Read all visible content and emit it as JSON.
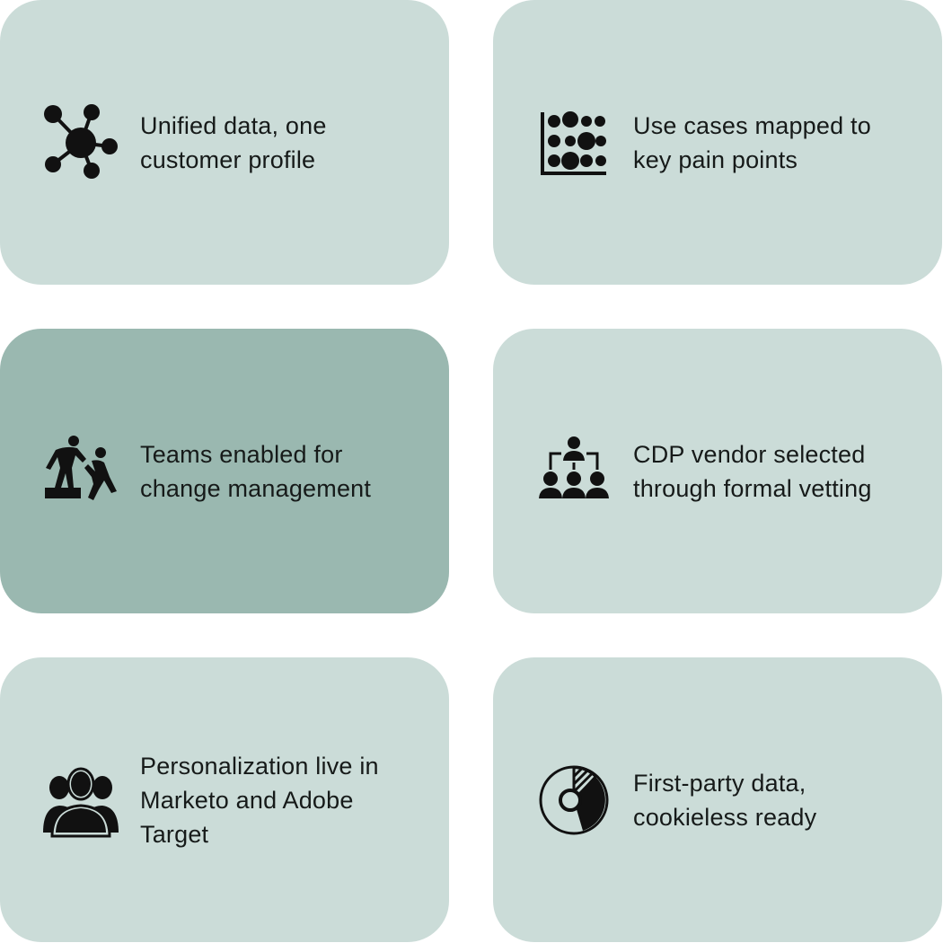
{
  "cards": [
    {
      "label": "Unified data, one customer profile",
      "icon": "network-hub-icon",
      "highlighted": false
    },
    {
      "label": "Use cases mapped to key pain points",
      "icon": "dot-matrix-chart-icon",
      "highlighted": false
    },
    {
      "label": "Teams enabled for change management",
      "icon": "helping-hand-icon",
      "highlighted": true
    },
    {
      "label": "CDP vendor selected through formal vetting",
      "icon": "org-chart-people-icon",
      "highlighted": false
    },
    {
      "label": "Personalization live in Marketo and Adobe Target",
      "icon": "user-group-icon",
      "highlighted": false
    },
    {
      "label": "First-party data, cookieless ready",
      "icon": "donut-chart-icon",
      "highlighted": false
    }
  ],
  "colors": {
    "card_background": "#cbdcd8",
    "card_highlight": "#9ab8b0",
    "text": "#161a19",
    "icon": "#111111"
  }
}
